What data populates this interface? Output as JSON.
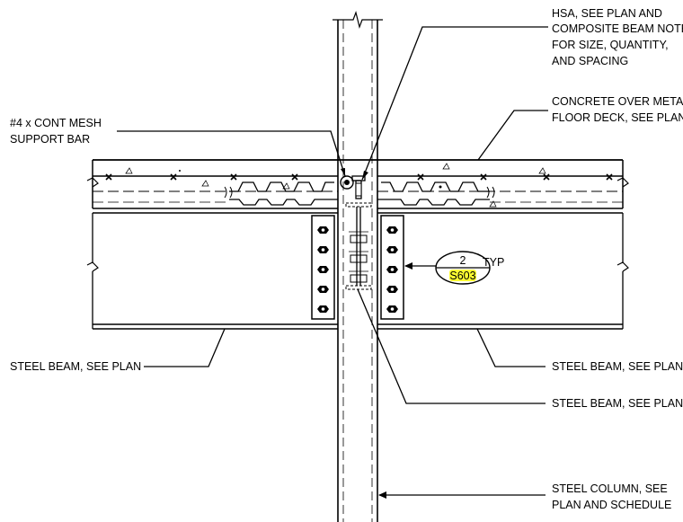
{
  "notes": {
    "hsa": [
      "HSA, SEE PLAN AND",
      "COMPOSITE BEAM NOTES",
      "FOR SIZE, QUANTITY,",
      "AND SPACING"
    ],
    "concrete": [
      "CONCRETE OVER METAL",
      "FLOOR DECK, SEE PLAN"
    ],
    "mesh": [
      "#4 x CONT MESH",
      "SUPPORT BAR"
    ],
    "beam_left": "STEEL BEAM, SEE PLAN",
    "beam_right": "STEEL BEAM, SEE PLAN",
    "beam_center": "STEEL BEAM, SEE PLAN",
    "column": [
      "STEEL COLUMN, SEE",
      "PLAN AND SCHEDULE"
    ]
  },
  "callout": {
    "number": "2",
    "sheet": "S603",
    "suffix": "TYP",
    "highlight_color": "#ffff33"
  }
}
